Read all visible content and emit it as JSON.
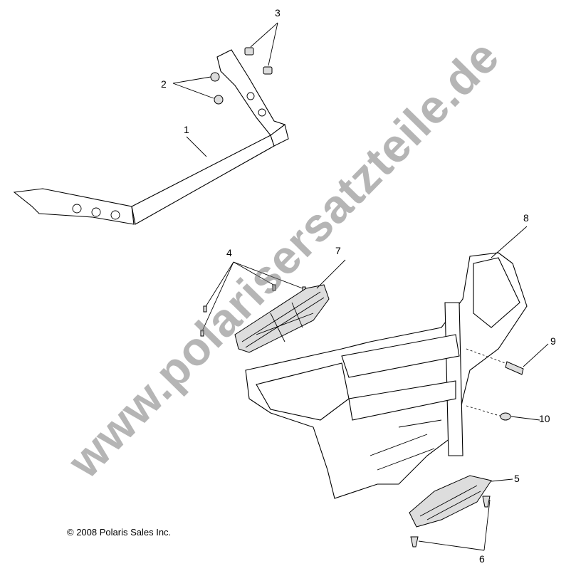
{
  "diagram": {
    "callouts": [
      "1",
      "2",
      "3",
      "4",
      "5",
      "6",
      "7",
      "8",
      "9",
      "10"
    ],
    "copyright": "© 2008 Polaris Sales Inc.",
    "watermark": "www.polarisersatzteile.de"
  }
}
